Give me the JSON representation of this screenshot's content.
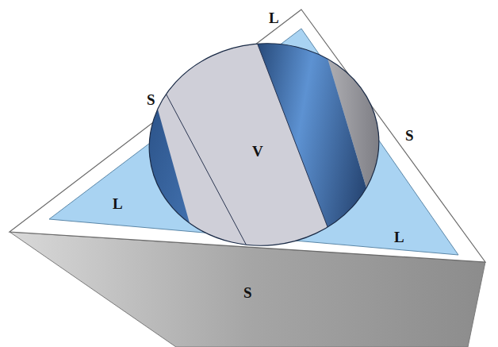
{
  "diagram": {
    "labels": [
      "L",
      "S",
      "S",
      "V",
      "L",
      "L",
      "S"
    ]
  }
}
